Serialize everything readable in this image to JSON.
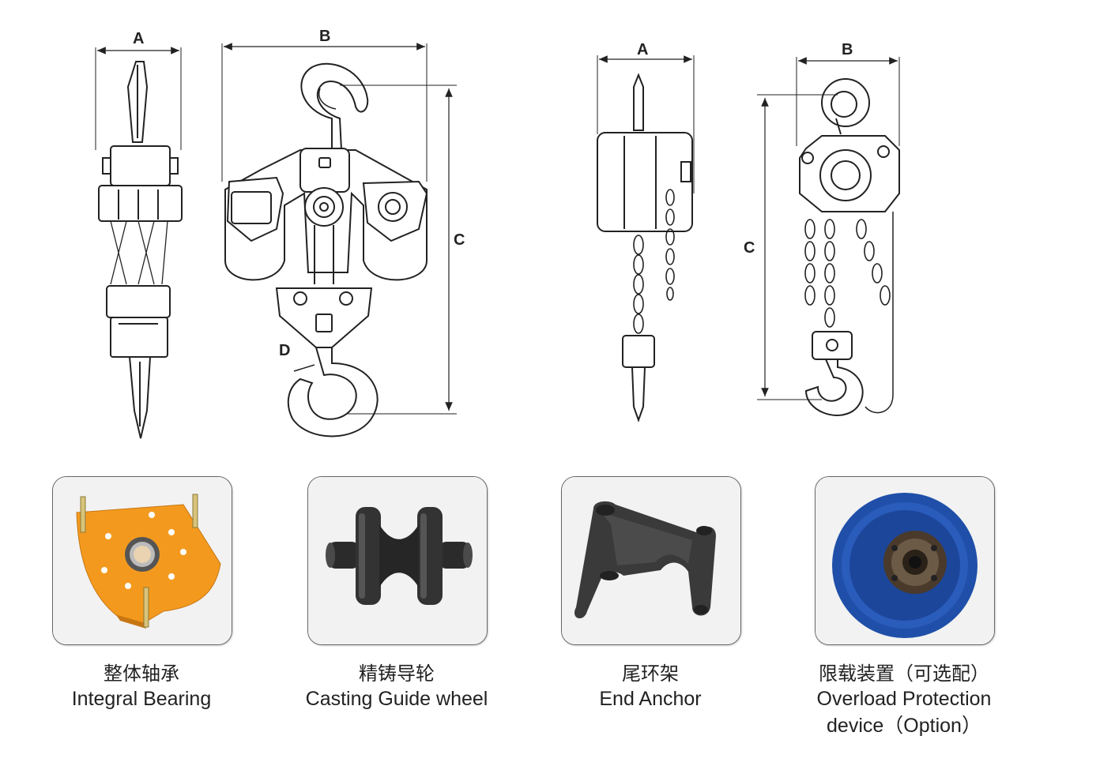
{
  "dimension_labels": {
    "left_A": "A",
    "left_B": "B",
    "left_C": "C",
    "left_D": "D",
    "right_A": "A",
    "right_B": "B",
    "right_C": "C"
  },
  "components": [
    {
      "name_zh": "整体轴承",
      "name_en": "Integral Bearing",
      "icon": "bearing-plate-photo",
      "accent": "#f39a1e"
    },
    {
      "name_zh": "精铸导轮",
      "name_en": "Casting Guide wheel",
      "icon": "guide-wheel-photo",
      "accent": "#2b2b2b"
    },
    {
      "name_zh": "尾环架",
      "name_en": "End Anchor",
      "icon": "end-anchor-photo",
      "accent": "#3a3a3a"
    },
    {
      "name_zh": "限载装置（可选配）",
      "name_en": "Overload Protection",
      "name_en_2": "device（Option）",
      "icon": "overload-device-photo",
      "accent": "#1f4fa8"
    }
  ]
}
